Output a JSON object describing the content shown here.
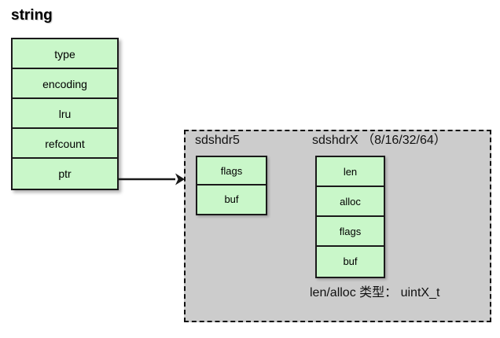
{
  "diagram": {
    "title": "string",
    "object_struct": {
      "name": "string",
      "fields": [
        {
          "label": "type"
        },
        {
          "label": "encoding"
        },
        {
          "label": "lru"
        },
        {
          "label": "refcount"
        },
        {
          "label": "ptr"
        }
      ]
    },
    "connector": {
      "icon": "arrow-right-icon",
      "from": "ptr",
      "to": "sds-container"
    },
    "sds_container": {
      "groups": [
        {
          "key": "sdshdr5",
          "label": "sdshdr5",
          "fields": [
            {
              "label": "flags"
            },
            {
              "label": "buf"
            }
          ]
        },
        {
          "key": "sdshdrX",
          "label": "sdshdrX （8/16/32/64）",
          "fields": [
            {
              "label": "len"
            },
            {
              "label": "alloc"
            },
            {
              "label": "flags"
            },
            {
              "label": "buf"
            }
          ]
        }
      ],
      "footnote": "len/alloc 类型： uintX_t"
    },
    "colors": {
      "struct_fill": "#c9f7c9",
      "struct_border": "#1a1a1a",
      "container_fill": "#cccccc",
      "container_border": "#111111",
      "page_background": "#ffffff",
      "text": "#000000"
    }
  }
}
